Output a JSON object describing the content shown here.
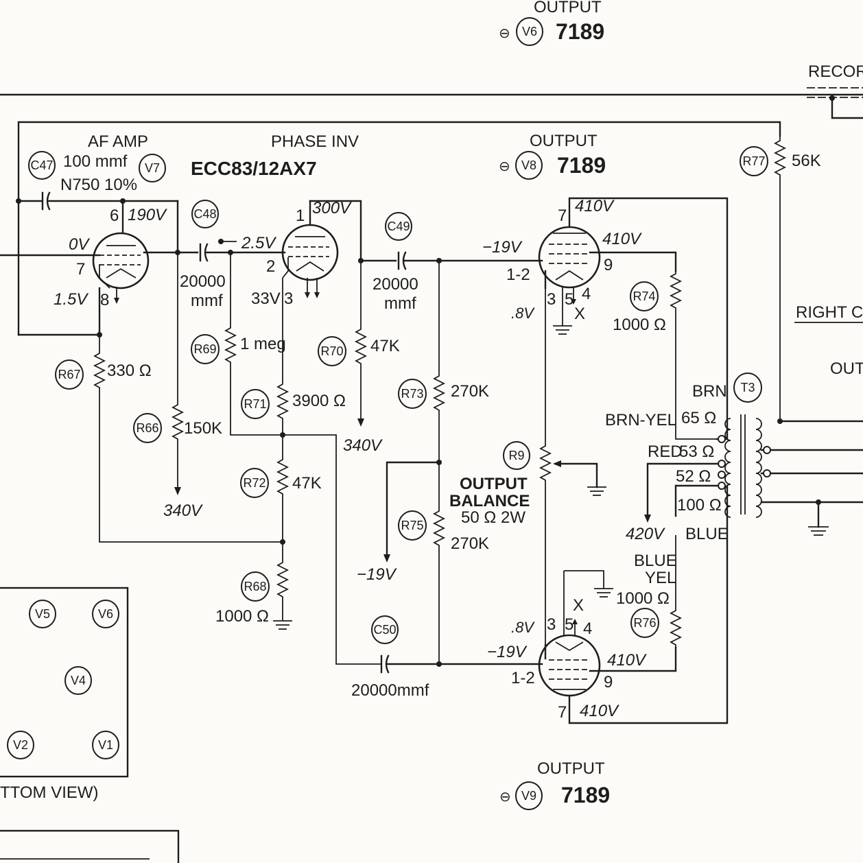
{
  "top_tube": {
    "label": "OUTPUT",
    "ref": "V6",
    "type": "7189"
  },
  "record_label": "RECORD",
  "stage_af": "AF AMP",
  "stage_phase": "PHASE INV",
  "tube_type_main": "ECC83/12AX7",
  "v8": {
    "label": "OUTPUT",
    "ref": "V8",
    "type": "7189"
  },
  "v9": {
    "label": "OUTPUT",
    "ref": "V9",
    "type": "7189"
  },
  "r77": {
    "ref": "R77",
    "value": "56K"
  },
  "c47": {
    "ref": "C47",
    "value": "100 mmf",
    "extra": "N750 10%"
  },
  "v7": {
    "ref": "V7"
  },
  "c48": {
    "ref": "C48",
    "value1": "20000",
    "value2": "mmf"
  },
  "c49": {
    "ref": "C49",
    "value1": "20000",
    "value2": "mmf"
  },
  "c50": {
    "ref": "C50",
    "value": "20000mmf"
  },
  "r66": {
    "ref": "R66",
    "value": "150K"
  },
  "r67": {
    "ref": "R67",
    "value": "330 Ω"
  },
  "r68": {
    "ref": "R68",
    "value": "1000 Ω"
  },
  "r69": {
    "ref": "R69",
    "value": "1 meg"
  },
  "r70": {
    "ref": "R70",
    "value": "47K"
  },
  "r71": {
    "ref": "R71",
    "value": "3900 Ω"
  },
  "r72": {
    "ref": "R72",
    "value": "47K"
  },
  "r73": {
    "ref": "R73",
    "value": "270K"
  },
  "r74": {
    "ref": "R74",
    "value": "1000 Ω"
  },
  "r75": {
    "ref": "R75",
    "value": "270K"
  },
  "r76": {
    "ref": "R76",
    "value": "1000 Ω"
  },
  "r9": {
    "ref": "R9",
    "title1": "OUTPUT",
    "title2": "BALANCE",
    "value": "50 Ω  2W"
  },
  "t3": {
    "ref": "T3",
    "brn": "BRN",
    "brn_yel": "BRN-YEL",
    "red": "RED",
    "blue": "BLUE",
    "blue_yel1": "BLUE",
    "blue_yel2": "YEL",
    "tap65": "65 Ω",
    "tap53": "53 Ω",
    "tap52": "52 Ω",
    "tap100": "100 Ω"
  },
  "right_ch": "RIGHT CH",
  "outp": "OUTP",
  "voltages": {
    "v190": "190V",
    "v0": "0V",
    "v15": "1.5V",
    "v300": "300V",
    "v25": "2.5V",
    "v33": "33V",
    "v340a": "340V",
    "v340b": "340V",
    "vm19a": "−19V",
    "vm19b": "−19V",
    "vm19c": "−19V",
    "v410a": "410V",
    "v410b": "410V",
    "v410c": "410V",
    "v410d": "410V",
    "v08a": ".8V",
    "v08b": ".8V",
    "v420": "420V"
  },
  "pins": {
    "p6": "6",
    "p7": "7",
    "p8": "8",
    "p1": "1",
    "p2": "2",
    "p3": "3",
    "v8p7": "7",
    "v8p12": "1-2",
    "v8p9": "9",
    "v8p3": "3",
    "v8p5": "5",
    "v8p4": "4",
    "v8x": "X",
    "v9p7": "7",
    "v9p12": "1-2",
    "v9p9": "9",
    "v9p3": "3",
    "v9p5": "5",
    "v9p4": "4",
    "v9x": "X"
  },
  "socket_view": {
    "tubes": [
      "V5",
      "V6",
      "V4",
      "V2",
      "V1"
    ],
    "caption": "TTOM VIEW)"
  }
}
